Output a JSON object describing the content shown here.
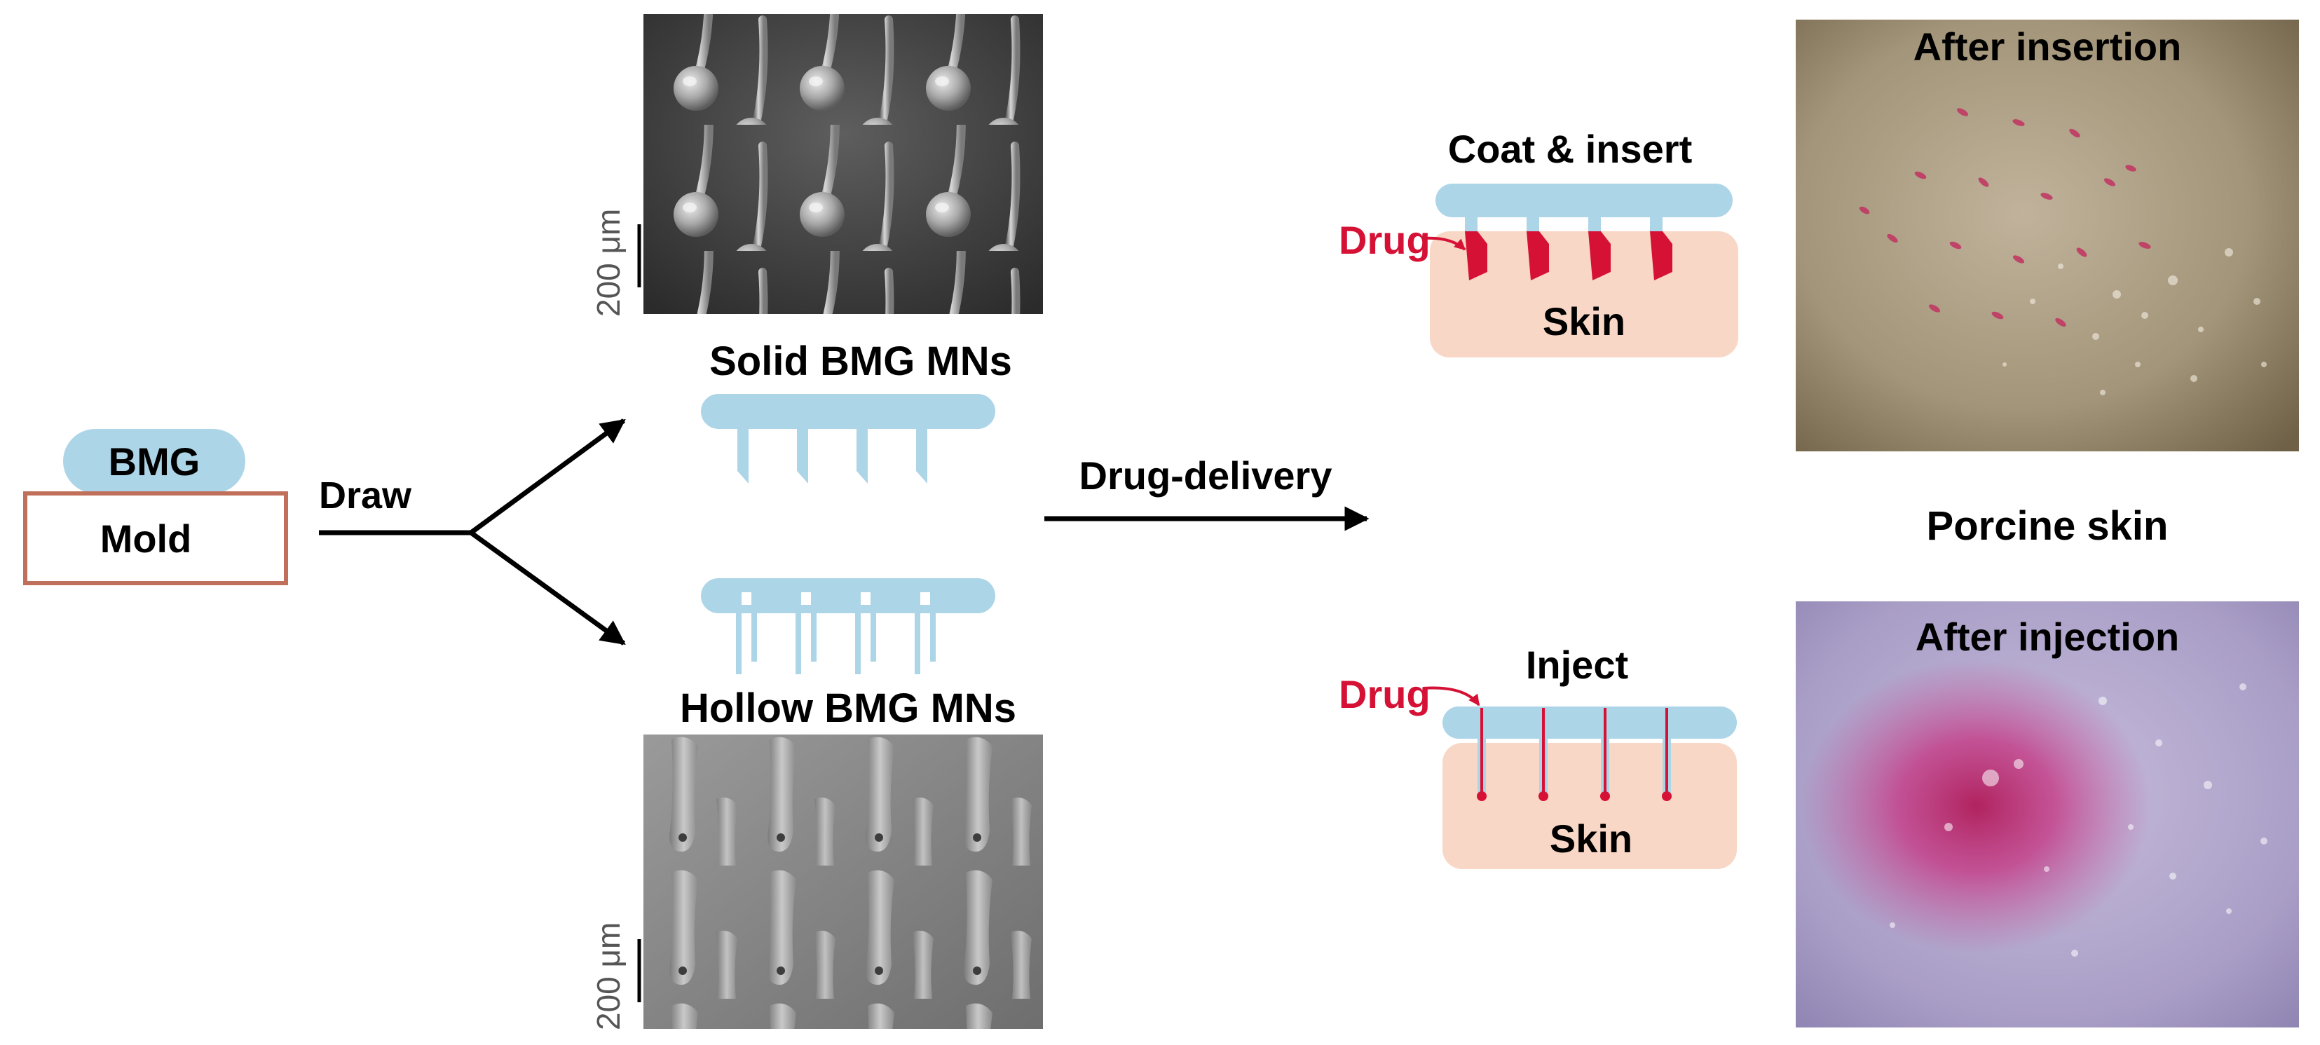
{
  "labels": {
    "bmg": "BMG",
    "mold": "Mold",
    "draw": "Draw",
    "solid_mns": "Solid BMG MNs",
    "hollow_mns": "Hollow BMG MNs",
    "scale_top": "200 μm",
    "scale_bottom": "200 μm",
    "drug_delivery": "Drug-delivery",
    "coat_insert": "Coat & insert",
    "inject": "Inject",
    "drug_top": "Drug",
    "drug_bottom": "Drug",
    "skin_top": "Skin",
    "skin_bottom": "Skin",
    "after_insertion": "After insertion",
    "porcine_skin": "Porcine skin",
    "after_injection": "After injection"
  },
  "colors": {
    "bmg_blue": "#add5e8",
    "mold_border": "#c0705a",
    "skin_fill": "#f9d7c6",
    "drug_red": "#d51235",
    "text": "#000000"
  }
}
